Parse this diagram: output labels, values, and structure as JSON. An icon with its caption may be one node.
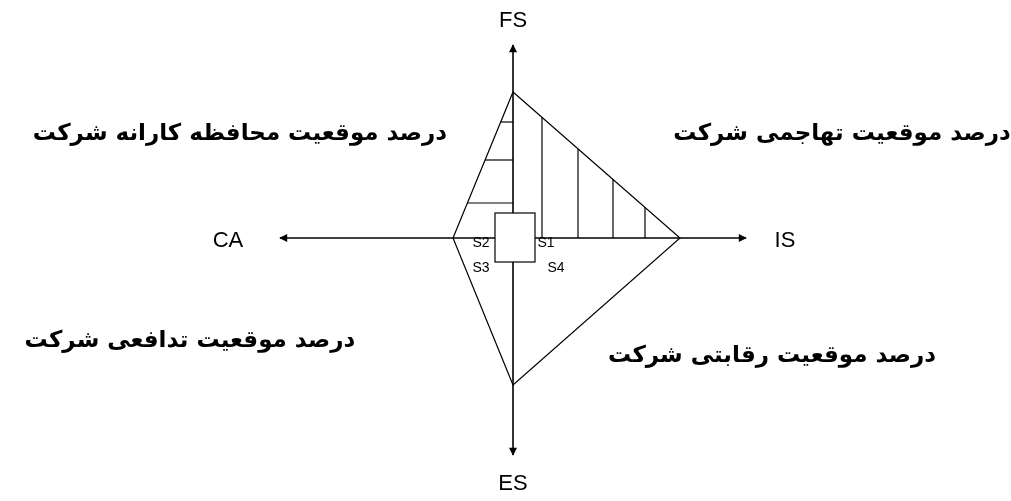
{
  "diagram": {
    "labels": [
      "FS",
      "درصد موقعیت محافظه کارانه شرکت",
      "درصد موقعیت تهاجمی شرکت",
      "CA",
      "S2",
      "S1",
      "IS",
      "S3",
      "S4",
      "درصد موقعیت تدافعی شرکت",
      "درصد موقعیت رقابتی شرکت",
      "ES"
    ]
  }
}
